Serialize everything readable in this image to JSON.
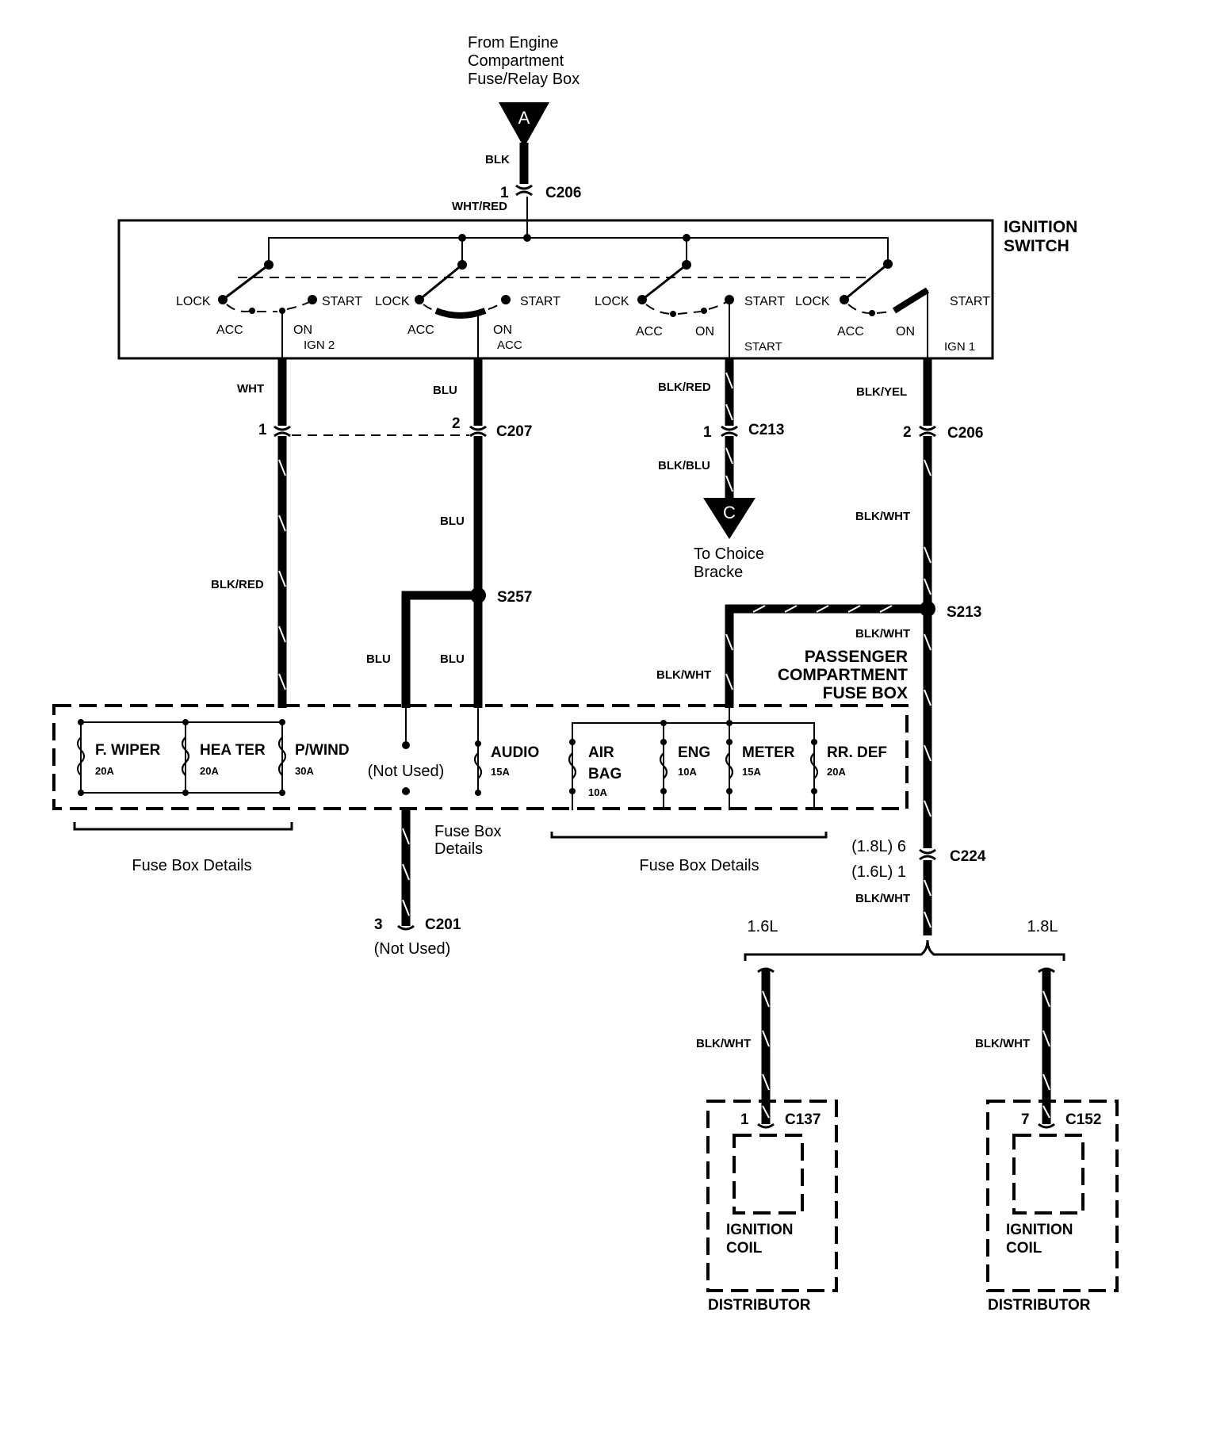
{
  "source": {
    "from_lines": [
      "From Engine",
      "Compartment",
      "Fuse/Relay Box"
    ],
    "connector_letter": "A",
    "wire": "BLK",
    "pin": "1",
    "connector": "C206",
    "wire_below": "WHT/RED"
  },
  "ignition_switch": {
    "title_lines": [
      "IGNITION",
      "SWITCH"
    ],
    "positions": {
      "lock": "LOCK",
      "acc": "ACC",
      "on": "ON",
      "start": "START"
    },
    "outputs": [
      "IGN 2",
      "ACC",
      "START",
      "IGN 1"
    ]
  },
  "circuits": {
    "ign2": {
      "wire_top": "WHT",
      "pin": "1",
      "wire_bottom": "BLK/RED"
    },
    "acc": {
      "wire_top": "BLU",
      "pin": "2",
      "connector": "C207",
      "wire_mid": "BLU",
      "splice": "S257",
      "wire_left": "BLU",
      "wire_right": "BLU"
    },
    "start": {
      "wire_top": "BLK/RED",
      "pin": "1",
      "connector": "C213",
      "wire_bottom": "BLK/BLU",
      "connector_letter": "C",
      "dest_lines": [
        "To Choice",
        "Bracke"
      ]
    },
    "ign1": {
      "wire_top": "BLK/YEL",
      "pin": "2",
      "connector": "C206",
      "wire_mid": "BLK/WHT",
      "splice": "S213",
      "wire_after_splice": "BLK/WHT",
      "wire_branch": "BLK/WHT"
    }
  },
  "fuse_box": {
    "title_lines": [
      "PASSENGER",
      "COMPARTMENT",
      "FUSE BOX"
    ],
    "fuses": [
      {
        "name": "F. WIPER",
        "rating": "20A"
      },
      {
        "name": "HEA TER",
        "rating": "20A"
      },
      {
        "name": "P/WIND",
        "rating": "30A"
      },
      {
        "name": "(Not Used)",
        "rating": ""
      },
      {
        "name": "AUDIO",
        "rating": "15A"
      },
      {
        "name_lines": [
          "AIR",
          "BAG"
        ],
        "rating": "10A"
      },
      {
        "name": "ENG",
        "rating": "10A"
      },
      {
        "name": "METER",
        "rating": "15A"
      },
      {
        "name": "RR. DEF",
        "rating": "20A"
      }
    ],
    "details_left": "Fuse Box Details",
    "details_mid_lines": [
      "Fuse Box",
      "Details"
    ],
    "details_right": "Fuse Box Details"
  },
  "c201": {
    "pin": "3",
    "connector": "C201",
    "note": "(Not Used)"
  },
  "c224": {
    "pin_18": "(1.8L) 6",
    "pin_16": "(1.6L) 1",
    "connector": "C224",
    "wire": "BLK/WHT"
  },
  "branches": {
    "left": "1.6L",
    "right": "1.8L"
  },
  "distributor_16": {
    "wire": "BLK/WHT",
    "pin": "1",
    "connector": "C137",
    "coil_lines": [
      "IGNITION",
      "COIL"
    ],
    "label": "DISTRIBUTOR"
  },
  "distributor_18": {
    "wire": "BLK/WHT",
    "pin": "7",
    "connector": "C152",
    "coil_lines": [
      "IGNITION",
      "COIL"
    ],
    "label": "DISTRIBUTOR"
  }
}
